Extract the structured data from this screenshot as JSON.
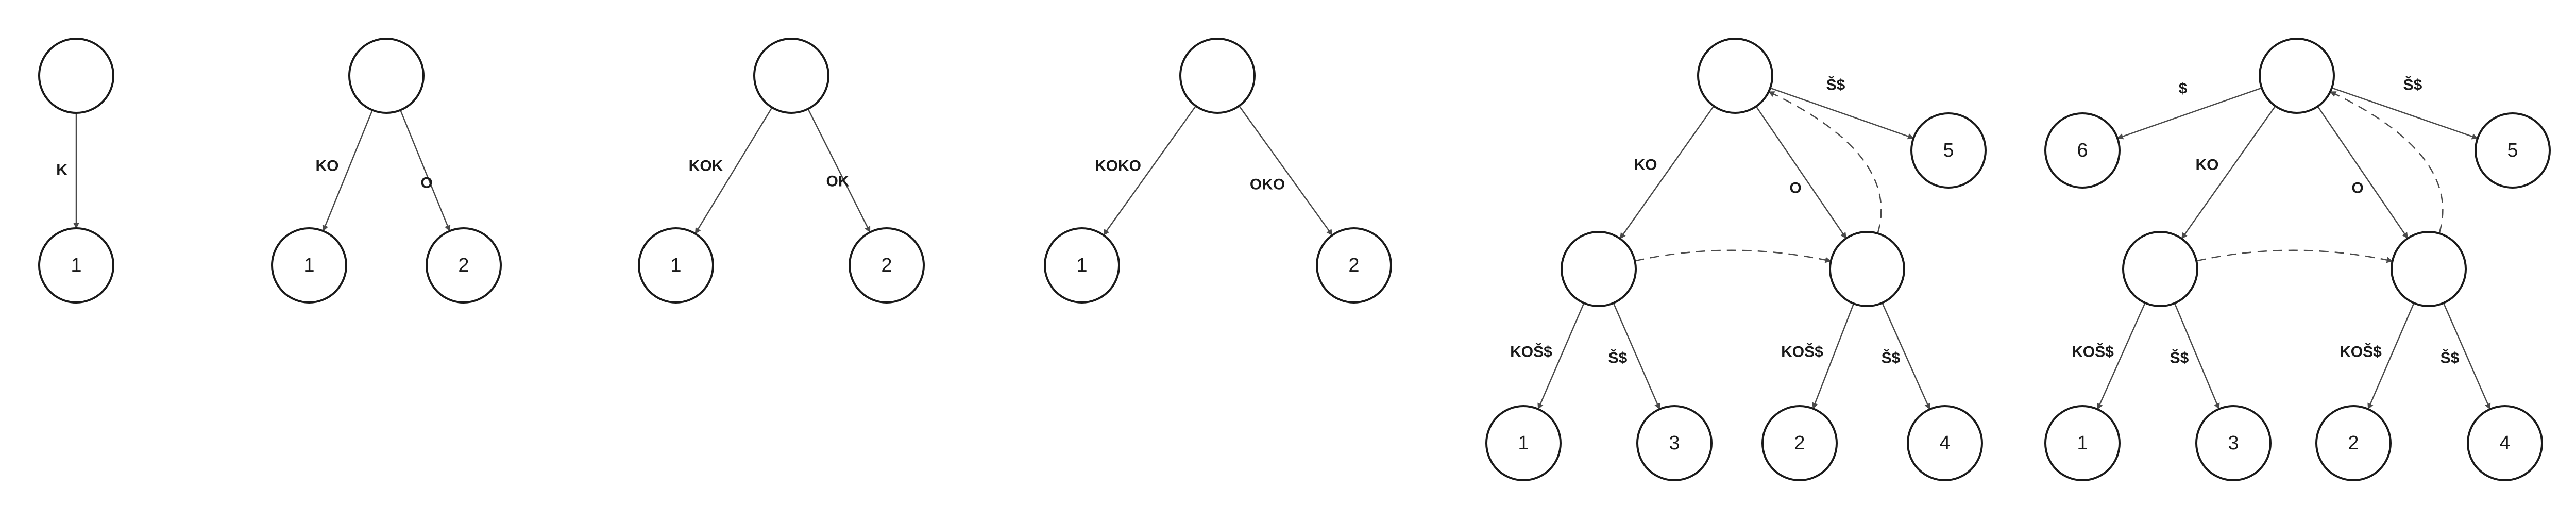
{
  "colors": {
    "stroke": "#1a1a1a",
    "edge": "#4a4a4a",
    "background": "#ffffff"
  },
  "trees": [
    {
      "nodes": [
        {
          "id": "r",
          "label": ""
        },
        {
          "id": "a",
          "label": "1"
        }
      ],
      "edges": [
        {
          "from": "r",
          "to": "a",
          "label": "K"
        }
      ],
      "suffix_links": []
    },
    {
      "nodes": [
        {
          "id": "r",
          "label": ""
        },
        {
          "id": "a",
          "label": "1"
        },
        {
          "id": "b",
          "label": "2"
        }
      ],
      "edges": [
        {
          "from": "r",
          "to": "a",
          "label": "KO"
        },
        {
          "from": "r",
          "to": "b",
          "label": "O"
        }
      ],
      "suffix_links": []
    },
    {
      "nodes": [
        {
          "id": "r",
          "label": ""
        },
        {
          "id": "a",
          "label": "1"
        },
        {
          "id": "b",
          "label": "2"
        }
      ],
      "edges": [
        {
          "from": "r",
          "to": "a",
          "label": "KOK"
        },
        {
          "from": "r",
          "to": "b",
          "label": "OK"
        }
      ],
      "suffix_links": []
    },
    {
      "nodes": [
        {
          "id": "r",
          "label": ""
        },
        {
          "id": "a",
          "label": "1"
        },
        {
          "id": "b",
          "label": "2"
        }
      ],
      "edges": [
        {
          "from": "r",
          "to": "a",
          "label": "KOKO"
        },
        {
          "from": "r",
          "to": "b",
          "label": "OKO"
        }
      ],
      "suffix_links": []
    },
    {
      "nodes": [
        {
          "id": "r",
          "label": ""
        },
        {
          "id": "n5",
          "label": "5"
        },
        {
          "id": "i1",
          "label": ""
        },
        {
          "id": "i2",
          "label": ""
        },
        {
          "id": "l1",
          "label": "1"
        },
        {
          "id": "l3",
          "label": "3"
        },
        {
          "id": "l2",
          "label": "2"
        },
        {
          "id": "l4",
          "label": "4"
        }
      ],
      "edges": [
        {
          "from": "r",
          "to": "n5",
          "label": "Š$"
        },
        {
          "from": "r",
          "to": "i1",
          "label": "KO"
        },
        {
          "from": "r",
          "to": "i2",
          "label": "O"
        },
        {
          "from": "i1",
          "to": "l1",
          "label": "KOŠ$"
        },
        {
          "from": "i1",
          "to": "l3",
          "label": "Š$"
        },
        {
          "from": "i2",
          "to": "l2",
          "label": "KOŠ$"
        },
        {
          "from": "i2",
          "to": "l4",
          "label": "Š$"
        }
      ],
      "suffix_links": [
        {
          "from": "i1",
          "to": "i2"
        },
        {
          "from": "i2",
          "to": "r"
        }
      ]
    },
    {
      "nodes": [
        {
          "id": "r",
          "label": ""
        },
        {
          "id": "n6",
          "label": "6"
        },
        {
          "id": "n5",
          "label": "5"
        },
        {
          "id": "i1",
          "label": ""
        },
        {
          "id": "i2",
          "label": ""
        },
        {
          "id": "l1",
          "label": "1"
        },
        {
          "id": "l3",
          "label": "3"
        },
        {
          "id": "l2",
          "label": "2"
        },
        {
          "id": "l4",
          "label": "4"
        }
      ],
      "edges": [
        {
          "from": "r",
          "to": "n6",
          "label": "$"
        },
        {
          "from": "r",
          "to": "n5",
          "label": "Š$"
        },
        {
          "from": "r",
          "to": "i1",
          "label": "KO"
        },
        {
          "from": "r",
          "to": "i2",
          "label": "O"
        },
        {
          "from": "i1",
          "to": "l1",
          "label": "KOŠ$"
        },
        {
          "from": "i1",
          "to": "l3",
          "label": "Š$"
        },
        {
          "from": "i2",
          "to": "l2",
          "label": "KOŠ$"
        },
        {
          "from": "i2",
          "to": "l4",
          "label": "Š$"
        }
      ],
      "suffix_links": [
        {
          "from": "i1",
          "to": "i2"
        },
        {
          "from": "i2",
          "to": "r"
        }
      ]
    }
  ]
}
